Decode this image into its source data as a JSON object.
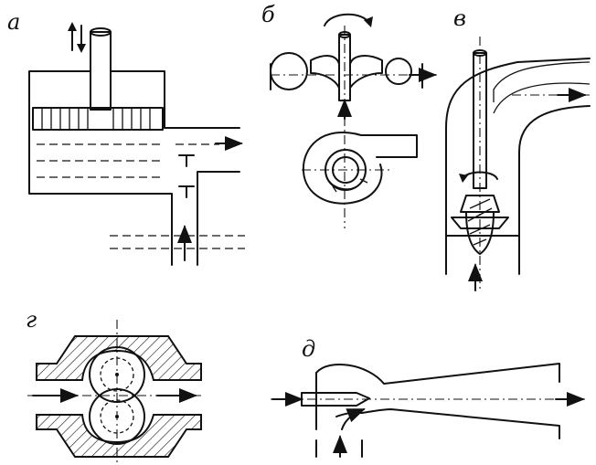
{
  "labels": {
    "a": "а",
    "b": "б",
    "v": "в",
    "g": "г",
    "d": "д"
  },
  "colors": {
    "ink": "#111111",
    "paper": "#ffffff"
  }
}
